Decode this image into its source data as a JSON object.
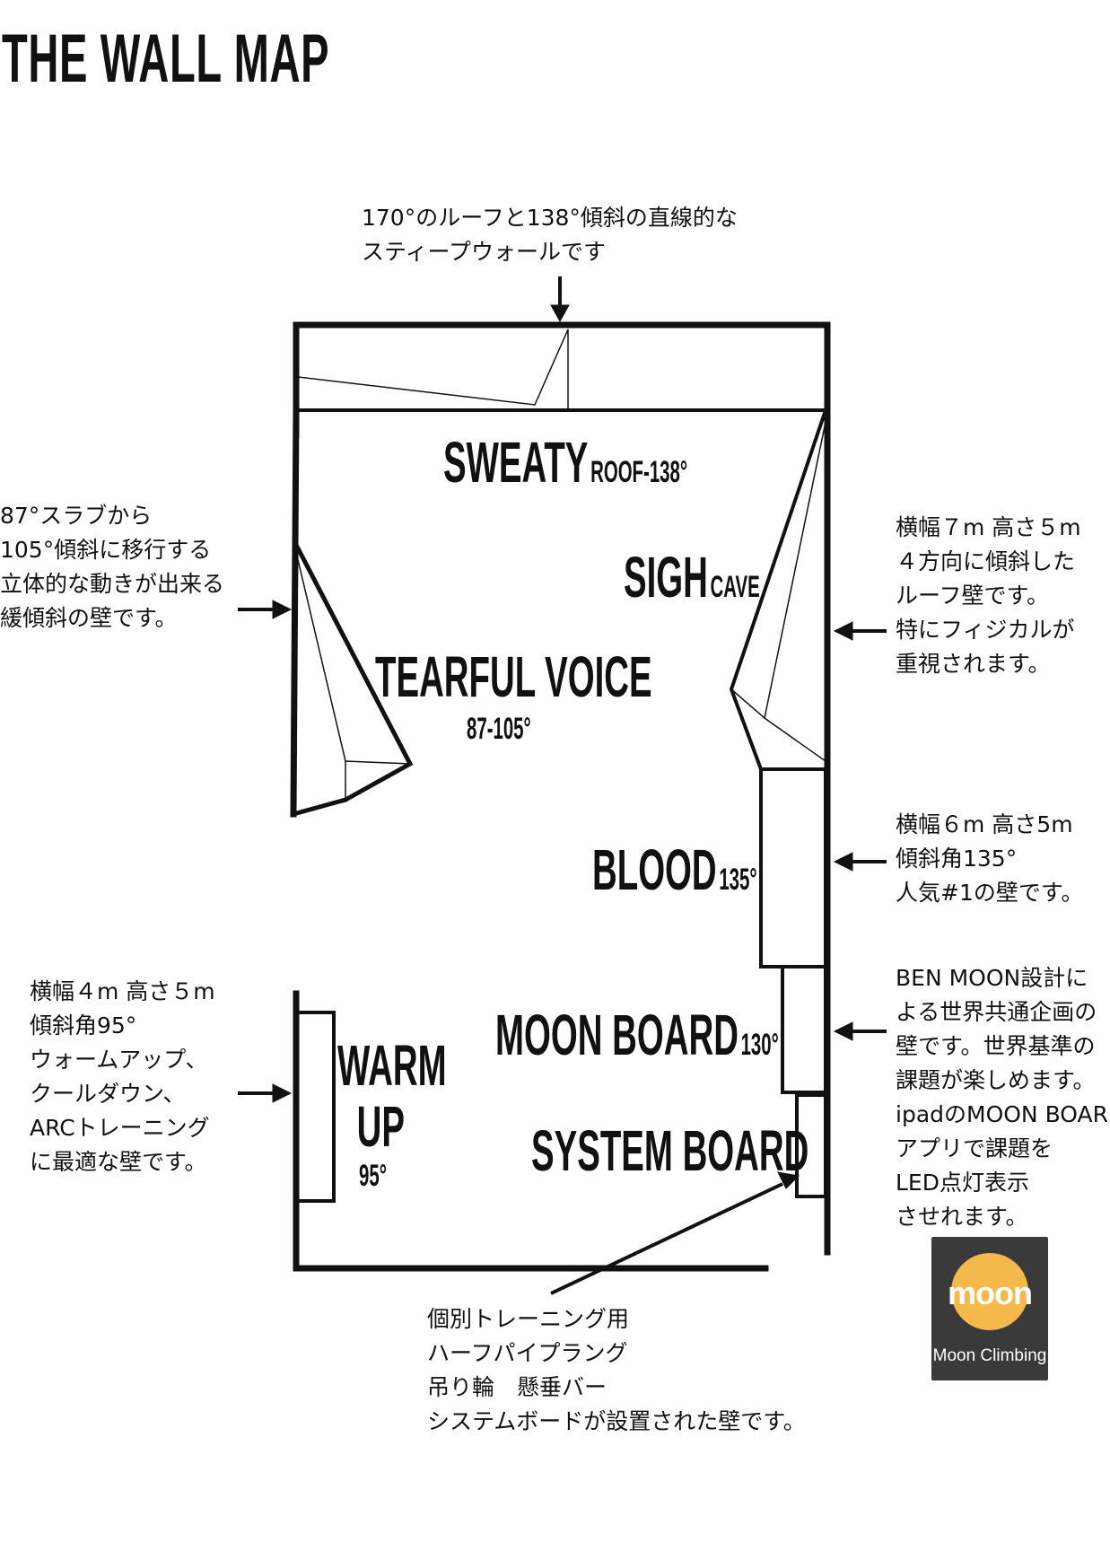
{
  "title": "THE WALL MAP",
  "walls": {
    "sweaty": {
      "name": "SWEATY",
      "sub": "ROOF-138°"
    },
    "sigh": {
      "name": "SIGH",
      "sub": "CAVE"
    },
    "tearful": {
      "name": "TEARFUL VOICE",
      "deg": "87-105°"
    },
    "blood": {
      "name": "BLOOD",
      "deg": "135°"
    },
    "moon": {
      "name": "MOON BOARD",
      "deg": "130°"
    },
    "warm": {
      "line1": "WARM",
      "line2": "UP",
      "deg": "95°"
    },
    "system": {
      "name": "SYSTEM BOARD"
    }
  },
  "notes": {
    "top": [
      "170°のルーフと138°傾斜の直線的な",
      "スティープウォールです"
    ],
    "left_upper": [
      "87°スラブから",
      "105°傾斜に移行する",
      "立体的な動きが出来る",
      "緩傾斜の壁です。"
    ],
    "right_upper": [
      "横幅７m 高さ５m",
      "４方向に傾斜した",
      "ルーフ壁です。",
      "特にフィジカルが",
      "重視されます。"
    ],
    "right_blood": [
      "横幅６m 高さ5m",
      "傾斜角135°",
      "人気#1の壁です。"
    ],
    "left_lower": [
      "横幅４m 高さ５m",
      "傾斜角95°",
      "ウォームアップ、",
      "クールダウン、",
      "ARCトレーニング",
      "に最適な壁です。"
    ],
    "right_moon": [
      "BEN MOON設計に",
      "よる世界共通企画の",
      "壁です。世界基準の",
      "課題が楽しめます。",
      "ipadのMOON BOARD",
      "アプリで課題を",
      "LED点灯表示",
      "させれます。"
    ],
    "bottom": [
      "個別トレーニング用",
      "ハーフパイプラング",
      "吊り輪　懸垂バー",
      "システムボードが設置された壁です。"
    ]
  },
  "app": {
    "logo": "moon",
    "caption": "Moon Climbing",
    "colors": {
      "background": "#3a3a3a",
      "disc": "#f4b94a"
    }
  }
}
